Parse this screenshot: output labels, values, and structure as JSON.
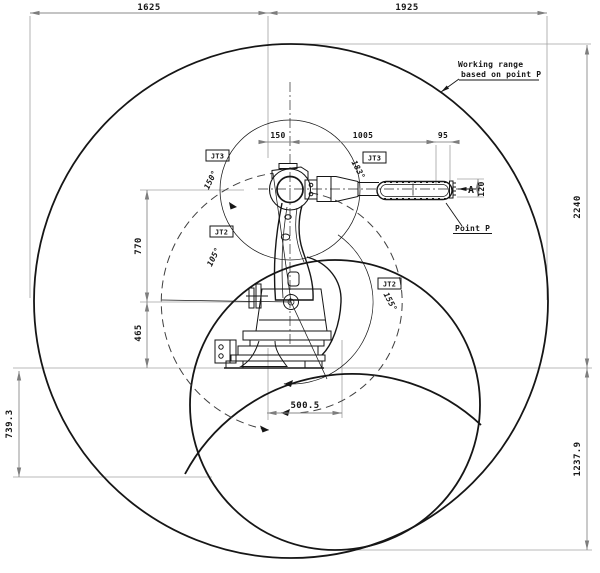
{
  "drawing": {
    "note": {
      "line1": "Working range",
      "line2": "based on point P"
    },
    "point_p": "Point P",
    "view_label": "A",
    "dimensions": {
      "top_left": "1625",
      "top_right": "1925",
      "shoulder_offset": "150",
      "forearm_length": "1005",
      "wrist_length": "95",
      "flange_size": "120",
      "upper_arm_length": "770",
      "shoulder_height": "465",
      "front_reach_offset": "500.5",
      "total_height": "2240",
      "below_base_left": "739.3",
      "below_base_right": "1237.9"
    },
    "joint_labels": [
      {
        "name": "JT3",
        "angle": "150°"
      },
      {
        "name": "JT3",
        "angle": "183°"
      },
      {
        "name": "JT2",
        "angle": "105°"
      },
      {
        "name": "JT2",
        "angle": "155°"
      }
    ],
    "colors": {
      "line": "#161616",
      "dimension": "#8a8a8a",
      "background": "#ffffff"
    }
  }
}
